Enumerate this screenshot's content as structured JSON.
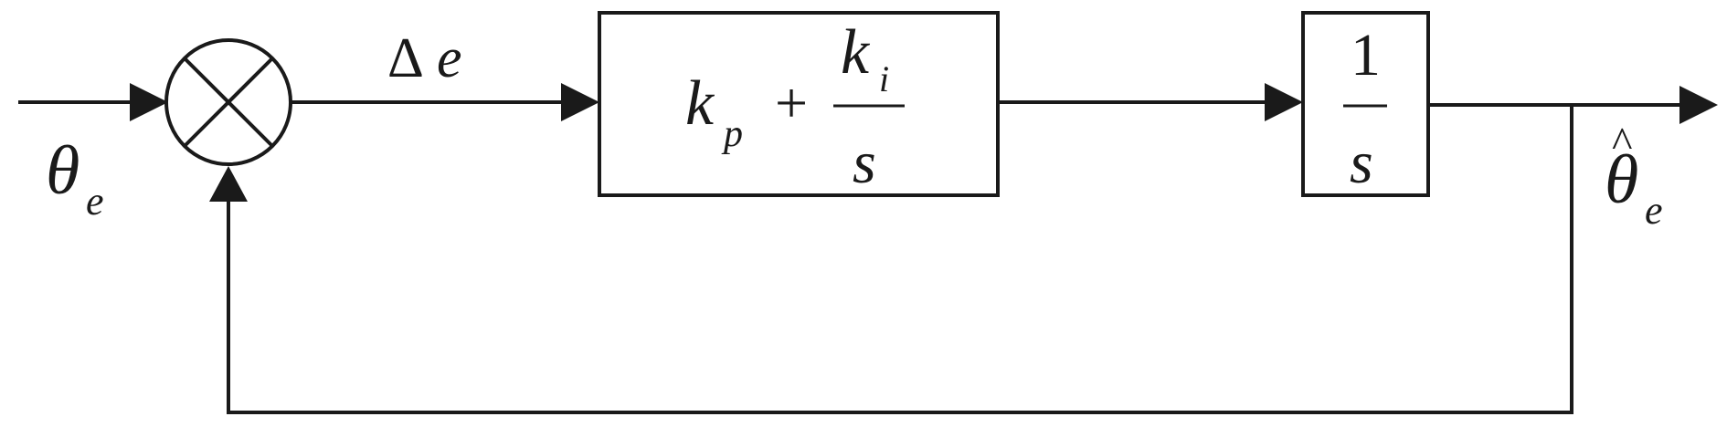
{
  "input_signal": {
    "symbol": "θ",
    "subscript": "e"
  },
  "error_signal": {
    "delta": "Δ",
    "symbol": "e"
  },
  "pi_controller": {
    "kp": "k",
    "kp_subscript": "p",
    "plus": "+",
    "ki": "k",
    "ki_subscript": "i",
    "denominator": "s"
  },
  "integrator": {
    "numerator": "1",
    "denominator": "s"
  },
  "output_signal": {
    "hat": "^",
    "symbol": "θ",
    "subscript": "e"
  },
  "colors": {
    "line": "#1a1a1a",
    "background": "#ffffff"
  }
}
